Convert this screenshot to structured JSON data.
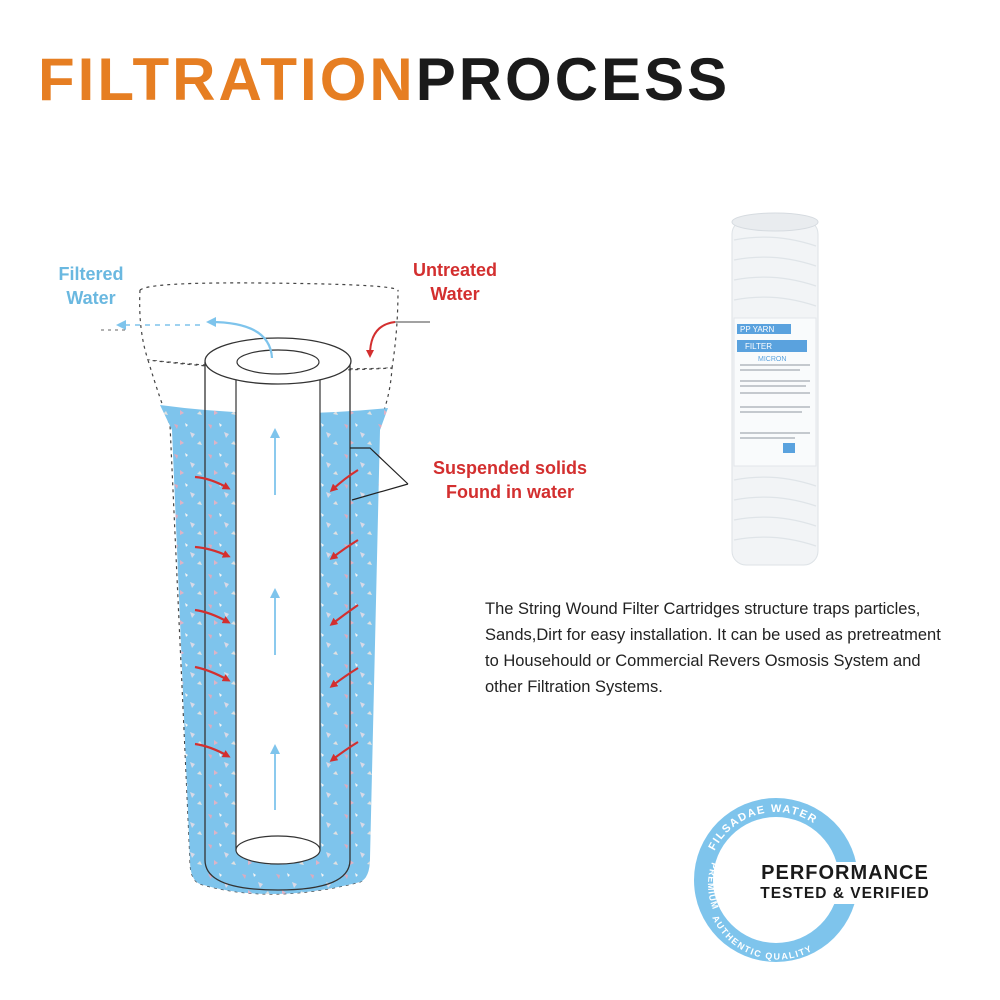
{
  "title": {
    "part1": "FILTRATION",
    "part2": "PROCESS"
  },
  "labels": {
    "filtered_line1": "Filtered",
    "filtered_line2": "Water",
    "untreated_line1": "Untreated",
    "untreated_line2": "Water",
    "solids_line1": "Suspended solids",
    "solids_line2": "Found in water"
  },
  "description": {
    "line1": "The String Wound Filter Cartridges structure traps particles,",
    "line2": "Sands,Dirt for easy installation. It can be used as pretreatment",
    "line3": "to Househould or Commercial Revers Osmosis System and",
    "line4": "other Filtration Systems."
  },
  "product_label": {
    "line1": "PP YARN",
    "line2": "FILTER",
    "line3": "MICRON"
  },
  "badge": {
    "ring_top": "FILSADAE WATER",
    "ring_left": "PREMIUM",
    "ring_bottom": "AUTHENTIC QUALITY",
    "line1": "PERFORMANCE",
    "line2": "TESTED & VERIFIED"
  },
  "colors": {
    "title_orange": "#e67e22",
    "title_black": "#1a1a1a",
    "water_blue": "#7ec4ec",
    "arrow_red": "#d32f2f",
    "label_blue": "#6ab8e0",
    "badge_blue": "#7ec4ec"
  }
}
